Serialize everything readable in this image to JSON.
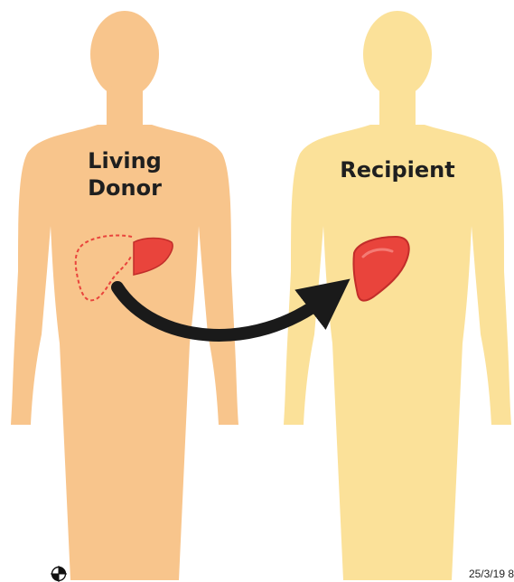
{
  "labels": {
    "donor_line1": "Living",
    "donor_line2": "Donor",
    "recipient": "Recipient"
  },
  "footer": {
    "page_stamp": "25/3/19 8"
  },
  "icons": {
    "donor_body": "human-silhouette-icon",
    "recipient_body": "human-silhouette-icon",
    "donor_liver_part": "liver-icon",
    "donor_liver_outline": "liver-outline-icon",
    "recipient_liver": "liver-icon",
    "arrow": "curved-arrow-icon",
    "registration_mark": "crosshair-icon"
  },
  "colors": {
    "donor_skin": "#f8c58c",
    "recipient_skin": "#fbe199",
    "liver": "#e9443c",
    "liver_dark": "#c22d2a",
    "arrow": "#1a1a1a"
  }
}
